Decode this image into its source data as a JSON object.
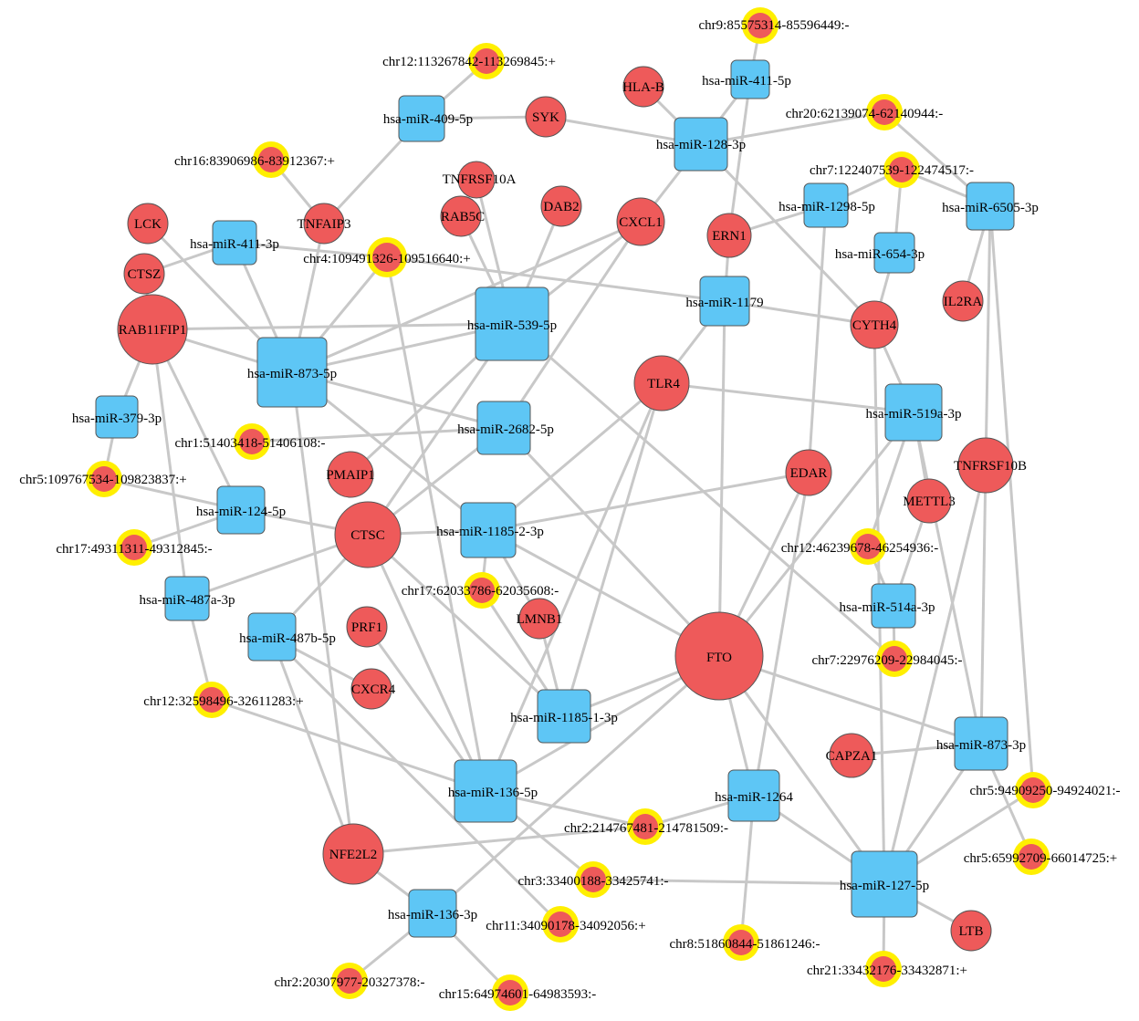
{
  "colors": {
    "mirna": "#5ec6f5",
    "gene": "#ee5a5a",
    "circ_ring": "#ffef00",
    "edge": "#c8c8c8",
    "stroke": "#555555"
  },
  "nodes": [
    {
      "id": "mir409",
      "label": "hsa-miR-409-5p",
      "kind": "mirna"
    },
    {
      "id": "mir128",
      "label": "hsa-miR-128-3p",
      "kind": "mirna"
    },
    {
      "id": "mir4115",
      "label": "hsa-miR-411-5p",
      "kind": "mirna"
    },
    {
      "id": "mir1298",
      "label": "hsa-miR-1298-5p",
      "kind": "mirna"
    },
    {
      "id": "mir6505",
      "label": "hsa-miR-6505-3p",
      "kind": "mirna"
    },
    {
      "id": "mir654",
      "label": "hsa-miR-654-3p",
      "kind": "mirna"
    },
    {
      "id": "mir4113",
      "label": "hsa-miR-411-3p",
      "kind": "mirna"
    },
    {
      "id": "mir539",
      "label": "hsa-miR-539-5p",
      "kind": "mirna"
    },
    {
      "id": "mir1179",
      "label": "hsa-miR-1179",
      "kind": "mirna"
    },
    {
      "id": "mir873_5",
      "label": "hsa-miR-873-5p",
      "kind": "mirna"
    },
    {
      "id": "mir379",
      "label": "hsa-miR-379-3p",
      "kind": "mirna"
    },
    {
      "id": "mir2682",
      "label": "hsa-miR-2682-5p",
      "kind": "mirna"
    },
    {
      "id": "mir519",
      "label": "hsa-miR-519a-3p",
      "kind": "mirna"
    },
    {
      "id": "mir124",
      "label": "hsa-miR-124-5p",
      "kind": "mirna"
    },
    {
      "id": "mir1185_2",
      "label": "hsa-miR-1185-2-3p",
      "kind": "mirna"
    },
    {
      "id": "mir487a",
      "label": "hsa-miR-487a-3p",
      "kind": "mirna"
    },
    {
      "id": "mir487b",
      "label": "hsa-miR-487b-5p",
      "kind": "mirna"
    },
    {
      "id": "mir514",
      "label": "hsa-miR-514a-3p",
      "kind": "mirna"
    },
    {
      "id": "mir1185_1",
      "label": "hsa-miR-1185-1-3p",
      "kind": "mirna"
    },
    {
      "id": "mir873_3",
      "label": "hsa-miR-873-3p",
      "kind": "mirna"
    },
    {
      "id": "mir136_5",
      "label": "hsa-miR-136-5p",
      "kind": "mirna"
    },
    {
      "id": "mir1264",
      "label": "hsa-miR-1264",
      "kind": "mirna"
    },
    {
      "id": "mir127",
      "label": "hsa-miR-127-5p",
      "kind": "mirna"
    },
    {
      "id": "mir136_3",
      "label": "hsa-miR-136-3p",
      "kind": "mirna"
    },
    {
      "id": "syk",
      "label": "SYK",
      "kind": "gene"
    },
    {
      "id": "hlab",
      "label": "HLA-B",
      "kind": "gene"
    },
    {
      "id": "tnfaip3",
      "label": "TNFAIP3",
      "kind": "gene"
    },
    {
      "id": "tnfrsf10a",
      "label": "TNFRSF10A",
      "kind": "gene"
    },
    {
      "id": "rab5c",
      "label": "RAB5C",
      "kind": "gene"
    },
    {
      "id": "dab2",
      "label": "DAB2",
      "kind": "gene"
    },
    {
      "id": "cxcl1",
      "label": "CXCL1",
      "kind": "gene"
    },
    {
      "id": "ern1",
      "label": "ERN1",
      "kind": "gene"
    },
    {
      "id": "lck",
      "label": "LCK",
      "kind": "gene"
    },
    {
      "id": "ctsz",
      "label": "CTSZ",
      "kind": "gene"
    },
    {
      "id": "rab11fip1",
      "label": "RAB11FIP1",
      "kind": "gene"
    },
    {
      "id": "il2ra",
      "label": "IL2RA",
      "kind": "gene"
    },
    {
      "id": "cyth4",
      "label": "CYTH4",
      "kind": "gene"
    },
    {
      "id": "tlr4",
      "label": "TLR4",
      "kind": "gene"
    },
    {
      "id": "pmaip1",
      "label": "PMAIP1",
      "kind": "gene"
    },
    {
      "id": "edar",
      "label": "EDAR",
      "kind": "gene"
    },
    {
      "id": "tnfrsf10b",
      "label": "TNFRSF10B",
      "kind": "gene"
    },
    {
      "id": "mettl3",
      "label": "METTL3",
      "kind": "gene"
    },
    {
      "id": "ctsc",
      "label": "CTSC",
      "kind": "gene"
    },
    {
      "id": "prf1",
      "label": "PRF1",
      "kind": "gene"
    },
    {
      "id": "lmnb1",
      "label": "LMNB1",
      "kind": "gene"
    },
    {
      "id": "fto",
      "label": "FTO",
      "kind": "gene"
    },
    {
      "id": "cxcr4",
      "label": "CXCR4",
      "kind": "gene"
    },
    {
      "id": "capza1",
      "label": "CAPZA1",
      "kind": "gene"
    },
    {
      "id": "nfe2l2",
      "label": "NFE2L2",
      "kind": "gene"
    },
    {
      "id": "ltb",
      "label": "LTB",
      "kind": "gene"
    },
    {
      "id": "c9",
      "label": "chr9:85575314-85596449:-",
      "kind": "circ"
    },
    {
      "id": "c12a",
      "label": "chr12:113267842-113269845:+",
      "kind": "circ"
    },
    {
      "id": "c20",
      "label": "chr20:62139074-62140944:-",
      "kind": "circ"
    },
    {
      "id": "c16",
      "label": "chr16:83906986-83912367:+",
      "kind": "circ"
    },
    {
      "id": "c7a",
      "label": "chr7:122407539-122474517:-",
      "kind": "circ"
    },
    {
      "id": "c4",
      "label": "chr4:109491326-109516640:+",
      "kind": "circ"
    },
    {
      "id": "c1",
      "label": "chr1:51403418-51406108:-",
      "kind": "circ"
    },
    {
      "id": "c5a",
      "label": "chr5:109767534-109823837:+",
      "kind": "circ"
    },
    {
      "id": "c17a",
      "label": "chr17:49311311-49312845:-",
      "kind": "circ"
    },
    {
      "id": "c12b",
      "label": "chr12:46239678-46254936:-",
      "kind": "circ"
    },
    {
      "id": "c17b",
      "label": "chr17:62033786-62035608:-",
      "kind": "circ"
    },
    {
      "id": "c7b",
      "label": "chr7:22976209-22984045:-",
      "kind": "circ"
    },
    {
      "id": "c12c",
      "label": "chr12:32598496-32611283:+",
      "kind": "circ"
    },
    {
      "id": "c5b",
      "label": "chr5:94909250-94924021:-",
      "kind": "circ"
    },
    {
      "id": "c2a",
      "label": "chr2:214767481-214781509:-",
      "kind": "circ"
    },
    {
      "id": "c5c",
      "label": "chr5:65992709-66014725:+",
      "kind": "circ"
    },
    {
      "id": "c3",
      "label": "chr3:33400188-33425741:-",
      "kind": "circ"
    },
    {
      "id": "c11",
      "label": "chr11:34090178-34092056:+",
      "kind": "circ"
    },
    {
      "id": "c8",
      "label": "chr8:51860844-51861246:-",
      "kind": "circ"
    },
    {
      "id": "c21",
      "label": "chr21:33432176-33432871:+",
      "kind": "circ"
    },
    {
      "id": "c2b",
      "label": "chr2:20307977-20327378:-",
      "kind": "circ"
    },
    {
      "id": "c15",
      "label": "chr15:64974601-64983593:-",
      "kind": "circ"
    }
  ],
  "edges": [
    [
      "mir409",
      "syk"
    ],
    [
      "mir409",
      "c12a"
    ],
    [
      "mir409",
      "tnfaip3"
    ],
    [
      "syk",
      "mir128"
    ],
    [
      "hlab",
      "mir128"
    ],
    [
      "mir128",
      "mir4115"
    ],
    [
      "mir128",
      "c20"
    ],
    [
      "mir128",
      "cxcl1"
    ],
    [
      "mir128",
      "cyth4"
    ],
    [
      "mir4115",
      "c9"
    ],
    [
      "mir4115",
      "ern1"
    ],
    [
      "c20",
      "mir6505"
    ],
    [
      "mir1298",
      "c7a"
    ],
    [
      "mir1298",
      "ern1"
    ],
    [
      "mir1298",
      "edar"
    ],
    [
      "c7a",
      "mir6505"
    ],
    [
      "c7a",
      "mir654"
    ],
    [
      "mir654",
      "cyth4"
    ],
    [
      "mir6505",
      "il2ra"
    ],
    [
      "mir6505",
      "tnfrsf10b"
    ],
    [
      "mir6505",
      "c5b"
    ],
    [
      "tnfaip3",
      "c16"
    ],
    [
      "tnfaip3",
      "mir873_5"
    ],
    [
      "lck",
      "mir873_5"
    ],
    [
      "mir4113",
      "ctsz"
    ],
    [
      "mir4113",
      "mir873_5"
    ],
    [
      "mir4113",
      "c4"
    ],
    [
      "ctsz",
      "rab11fip1"
    ],
    [
      "rab11fip1",
      "mir873_5"
    ],
    [
      "rab11fip1",
      "mir539"
    ],
    [
      "rab11fip1",
      "mir379"
    ],
    [
      "rab11fip1",
      "mir124"
    ],
    [
      "rab11fip1",
      "mir487a"
    ],
    [
      "mir379",
      "c5a"
    ],
    [
      "c4",
      "mir873_5"
    ],
    [
      "c4",
      "mir1179"
    ],
    [
      "c4",
      "mir136_5"
    ],
    [
      "mir539",
      "tnfrsf10a"
    ],
    [
      "mir539",
      "rab5c"
    ],
    [
      "mir539",
      "dab2"
    ],
    [
      "mir539",
      "mir873_5"
    ],
    [
      "mir539",
      "cxcl1"
    ],
    [
      "mir539",
      "c7b"
    ],
    [
      "mir539",
      "ctsc"
    ],
    [
      "mir539",
      "pmaip1"
    ],
    [
      "mir1179",
      "cyth4"
    ],
    [
      "mir1179",
      "ern1"
    ],
    [
      "mir1179",
      "tlr4"
    ],
    [
      "mir1179",
      "fto"
    ],
    [
      "mir873_5",
      "cxcl1"
    ],
    [
      "mir873_5",
      "mir2682"
    ],
    [
      "mir873_5",
      "mir1185_2"
    ],
    [
      "mir873_5",
      "nfe2l2"
    ],
    [
      "c1",
      "mir2682"
    ],
    [
      "mir2682",
      "fto"
    ],
    [
      "mir2682",
      "cxcl1"
    ],
    [
      "mir2682",
      "ctsc"
    ],
    [
      "tlr4",
      "mir519"
    ],
    [
      "tlr4",
      "mir1185_2"
    ],
    [
      "tlr4",
      "mir1185_1"
    ],
    [
      "tlr4",
      "mir136_5"
    ],
    [
      "mir519",
      "cyth4"
    ],
    [
      "mir519",
      "mettl3"
    ],
    [
      "mir519",
      "c12b"
    ],
    [
      "mir519",
      "mir873_3"
    ],
    [
      "mir519",
      "fto"
    ],
    [
      "mir124",
      "c5a"
    ],
    [
      "mir124",
      "c17a"
    ],
    [
      "mir124",
      "ctsc"
    ],
    [
      "mir1185_2",
      "edar"
    ],
    [
      "mir1185_2",
      "ctsc"
    ],
    [
      "mir1185_2",
      "fto"
    ],
    [
      "mir1185_2",
      "c17b"
    ],
    [
      "mir1185_2",
      "lmnb1"
    ],
    [
      "edar",
      "fto"
    ],
    [
      "edar",
      "mir1264"
    ],
    [
      "mettl3",
      "mir514"
    ],
    [
      "tnfrsf10b",
      "mir873_3"
    ],
    [
      "tnfrsf10b",
      "mir127"
    ],
    [
      "mir514",
      "c12b"
    ],
    [
      "mir514",
      "c7b"
    ],
    [
      "mir487a",
      "c12c"
    ],
    [
      "mir487a",
      "ctsc"
    ],
    [
      "mir487b",
      "ctsc"
    ],
    [
      "mir487b",
      "nfe2l2"
    ],
    [
      "mir487b",
      "c11"
    ],
    [
      "mir487b",
      "cxcr4"
    ],
    [
      "c12c",
      "mir136_5"
    ],
    [
      "ctsc",
      "mir136_5"
    ],
    [
      "ctsc",
      "mir1185_1"
    ],
    [
      "prf1",
      "mir136_5"
    ],
    [
      "lmnb1",
      "mir1185_1"
    ],
    [
      "fto",
      "mir873_3"
    ],
    [
      "fto",
      "mir136_5"
    ],
    [
      "fto",
      "mir136_3"
    ],
    [
      "fto",
      "mir1264"
    ],
    [
      "fto",
      "mir127"
    ],
    [
      "mir873_3",
      "mir127"
    ],
    [
      "mir873_3",
      "capza1"
    ],
    [
      "mir873_3",
      "c5c"
    ],
    [
      "c5b",
      "mir127"
    ],
    [
      "mir136_5",
      "c2a"
    ],
    [
      "mir136_5",
      "c3"
    ],
    [
      "c2a",
      "nfe2l2"
    ],
    [
      "c2a",
      "mir1264"
    ],
    [
      "mir1264",
      "c8"
    ],
    [
      "mir1264",
      "mir127"
    ],
    [
      "mir127",
      "c3"
    ],
    [
      "mir127",
      "ltb"
    ],
    [
      "mir127",
      "c21"
    ],
    [
      "mir127",
      "cyth4"
    ],
    [
      "nfe2l2",
      "mir136_3"
    ],
    [
      "mir136_3",
      "c2b"
    ],
    [
      "mir136_3",
      "c15"
    ],
    [
      "mir1185_1",
      "fto"
    ],
    [
      "mir1185_1",
      "c17b"
    ]
  ]
}
